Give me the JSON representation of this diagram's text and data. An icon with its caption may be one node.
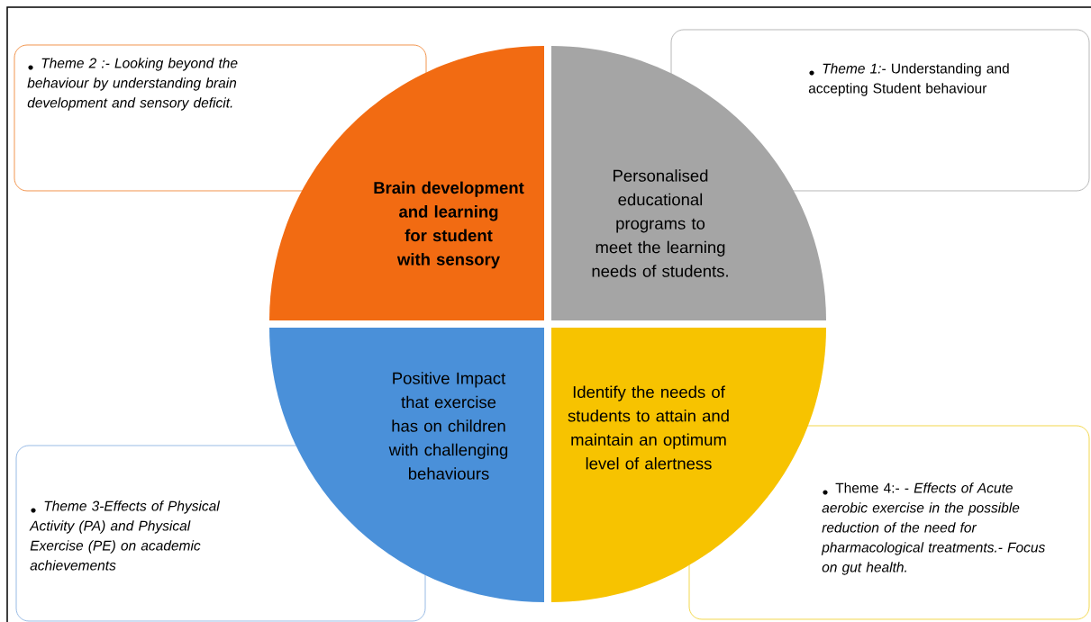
{
  "diagram": {
    "nodes": [
      {
        "text": [
          "Theme 2 :- Looking beyond the behaviour by understanding brain development and sensory deficit."
        ]
      },
      {
        "text": [
          "*Theme 1:*- Understanding and accepting Student behaviour"
        ]
      },
      {
        "text": [
          "Brain development and learning for student with sensory"
        ]
      },
      {
        "text": [
          "Personalised educational programs to meet the learning needs of students."
        ]
      },
      {
        "text": [
          "Positive Impact that exercise has on children with challenging behaviours"
        ]
      },
      {
        "text": [
          "Identify the needs of students to attain and maintain an optimum level of alertness"
        ]
      },
      {
        "text": [
          "Theme 3-Effects of Physical Activity (PA) and Physical Exercise (PE) on academic achievements"
        ]
      },
      {
        "text": [
          "Theme 4:- - *Effects of Acute aerobic exercise in the possible reduction of the need for pharmacological treatments.- Focus on gut health.*"
        ]
      }
    ]
  }
}
